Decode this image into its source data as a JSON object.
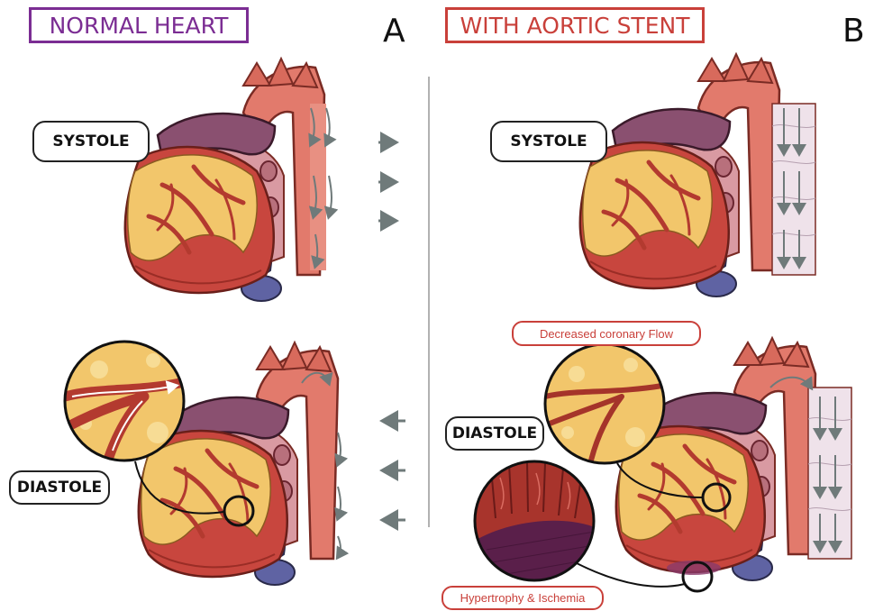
{
  "panel_a": {
    "title": "NORMAL HEART",
    "letter": "A",
    "systole_label": "SYSTOLE",
    "diastole_label": "DIASTOLE"
  },
  "panel_b": {
    "title": "WITH AORTIC STENT",
    "letter": "B",
    "systole_label": "SYSTOLE",
    "diastole_label": "DIASTOLE",
    "callout_coronary": "Decreased coronary Flow",
    "callout_hypertrophy": "Hypertrophy & Ischemia"
  },
  "colors": {
    "purple": "#7b2d93",
    "red": "#c9403a",
    "heart_red": "#c8463e",
    "fat_yellow": "#f2c66b",
    "vein_blue": "#5f63a3",
    "arrow_gray": "#6f7a7a"
  }
}
